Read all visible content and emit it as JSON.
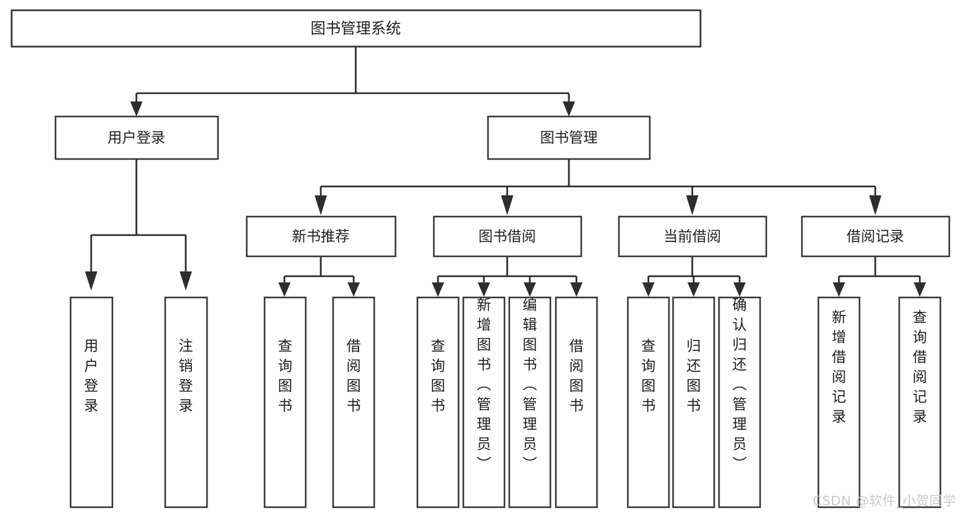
{
  "diagram": {
    "type": "tree-hierarchy",
    "title": "图书管理系统",
    "orientation": "top-down",
    "colors": {
      "box_stroke": "#3a3a3a",
      "box_fill": "#ffffff",
      "connector": "#2e2e2e",
      "text": "#1d1d1d",
      "background": "#ffffff",
      "watermark": "#c9c9c9"
    },
    "root": {
      "label": "图书管理系统"
    },
    "level1": [
      {
        "label": "用户登录"
      },
      {
        "label": "图书管理"
      }
    ],
    "level2": [
      {
        "label": "新书推荐"
      },
      {
        "label": "图书借阅"
      },
      {
        "label": "当前借阅"
      },
      {
        "label": "借阅记录"
      }
    ],
    "leaves": {
      "user_login": [
        {
          "label": "用户登录"
        },
        {
          "label": "注销登录"
        }
      ],
      "new_book_recommend": [
        {
          "label": "查询图书"
        },
        {
          "label": "借阅图书"
        }
      ],
      "book_borrow": [
        {
          "label": "查询图书"
        },
        {
          "label": "新增图书（管理员）"
        },
        {
          "label": "编辑图书（管理员）"
        },
        {
          "label": "借阅图书"
        }
      ],
      "current_borrow": [
        {
          "label": "查询图书"
        },
        {
          "label": "归还图书"
        },
        {
          "label": "确认归还（管理员）"
        }
      ],
      "borrow_record": [
        {
          "label": "新增借阅记录"
        },
        {
          "label": "查询借阅记录"
        }
      ]
    }
  },
  "watermark": {
    "text": "CSDN @软件_小贺同学"
  }
}
